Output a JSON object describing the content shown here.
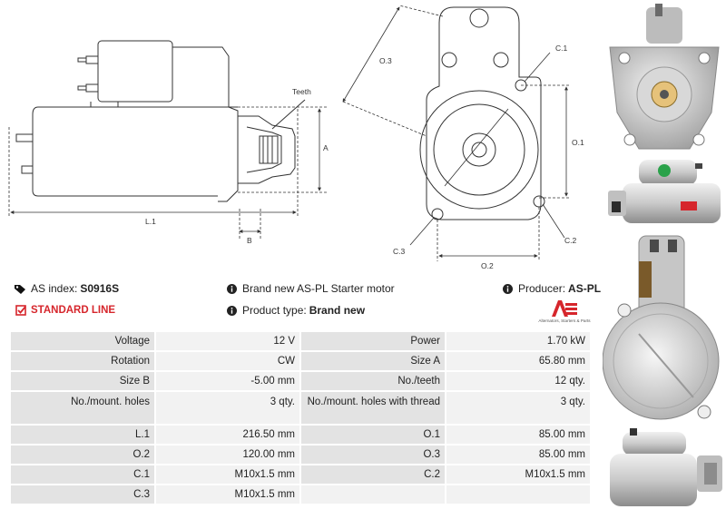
{
  "diagram": {
    "teeth_label": "Teeth",
    "label_a": "A",
    "label_l1": "L.1",
    "label_b": "B",
    "label_o3": "O.3",
    "label_c1": "C.1",
    "label_o1": "O.1",
    "label_c3": "C.3",
    "label_c2": "C.2",
    "label_o2": "O.2"
  },
  "info": {
    "as_index_label": "AS index:",
    "as_index_value": "S0916S",
    "standard_line": "STANDARD LINE",
    "description": "Brand new AS-PL Starter motor",
    "product_type_label": "Product type:",
    "product_type_value": "Brand new",
    "producer_label": "Producer:",
    "producer_value": "AS-PL"
  },
  "logo": {
    "tagline": "Alternators, Starters & Parts"
  },
  "specs": {
    "rows": [
      {
        "k1": "Voltage",
        "v1": "12 V",
        "k2": "Power",
        "v2": "1.70 kW"
      },
      {
        "k1": "Rotation",
        "v1": "CW",
        "k2": "Size A",
        "v2": "65.80 mm"
      },
      {
        "k1": "Size B",
        "v1": "-5.00 mm",
        "k2": "No./teeth",
        "v2": "12 qty."
      },
      {
        "k1": "No./mount. holes",
        "v1": "3 qty.",
        "k2": "No./mount. holes with thread",
        "v2": "3 qty."
      },
      {
        "k1": "L.1",
        "v1": "216.50 mm",
        "k2": "O.1",
        "v2": "85.00 mm"
      },
      {
        "k1": "O.2",
        "v1": "120.00 mm",
        "k2": "O.3",
        "v2": "85.00 mm"
      },
      {
        "k1": "C.1",
        "v1": "M10x1.5 mm",
        "k2": "C.2",
        "v2": "M10x1.5 mm"
      },
      {
        "k1": "C.3",
        "v1": "M10x1.5 mm",
        "k2": "",
        "v2": ""
      }
    ]
  },
  "colors": {
    "accent_red": "#d6262c",
    "key_cell": "#e3e3e3",
    "value_cell": "#f2f2f2"
  }
}
